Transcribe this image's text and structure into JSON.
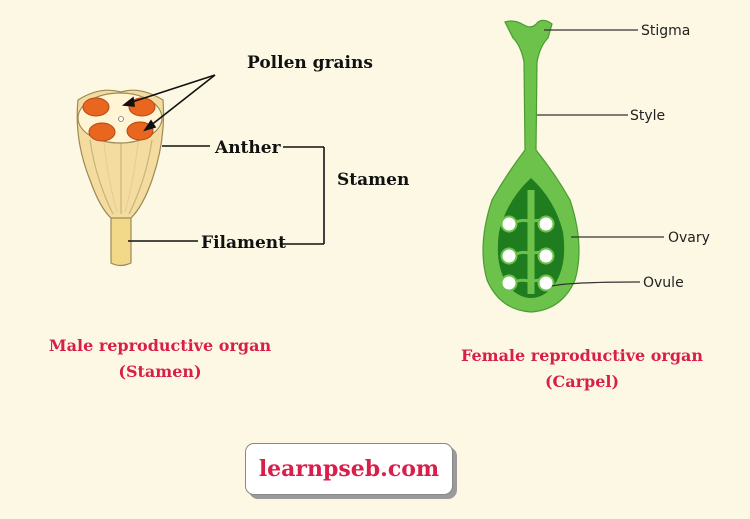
{
  "stamen_labels": {
    "pollen_grains": "Pollen grains",
    "anther": "Anther",
    "filament": "Filament",
    "stamen": "Stamen"
  },
  "carpel_labels": {
    "stigma": "Stigma",
    "style": "Style",
    "ovary": "Ovary",
    "ovule": "Ovule"
  },
  "captions": {
    "male_line1": "Male reproductive organ",
    "male_line2": "(Stamen)",
    "female_line1": "Female reproductive organ",
    "female_line2": "(Carpel)"
  },
  "watermark": "learnpseb.com",
  "colors": {
    "background": "#fcf8e3",
    "caption": "#d81e4a",
    "pollen": "#e8661e",
    "anther": "#f4dca0",
    "carpel_light": "#6cc24a",
    "carpel_dark": "#1f7d1f"
  }
}
